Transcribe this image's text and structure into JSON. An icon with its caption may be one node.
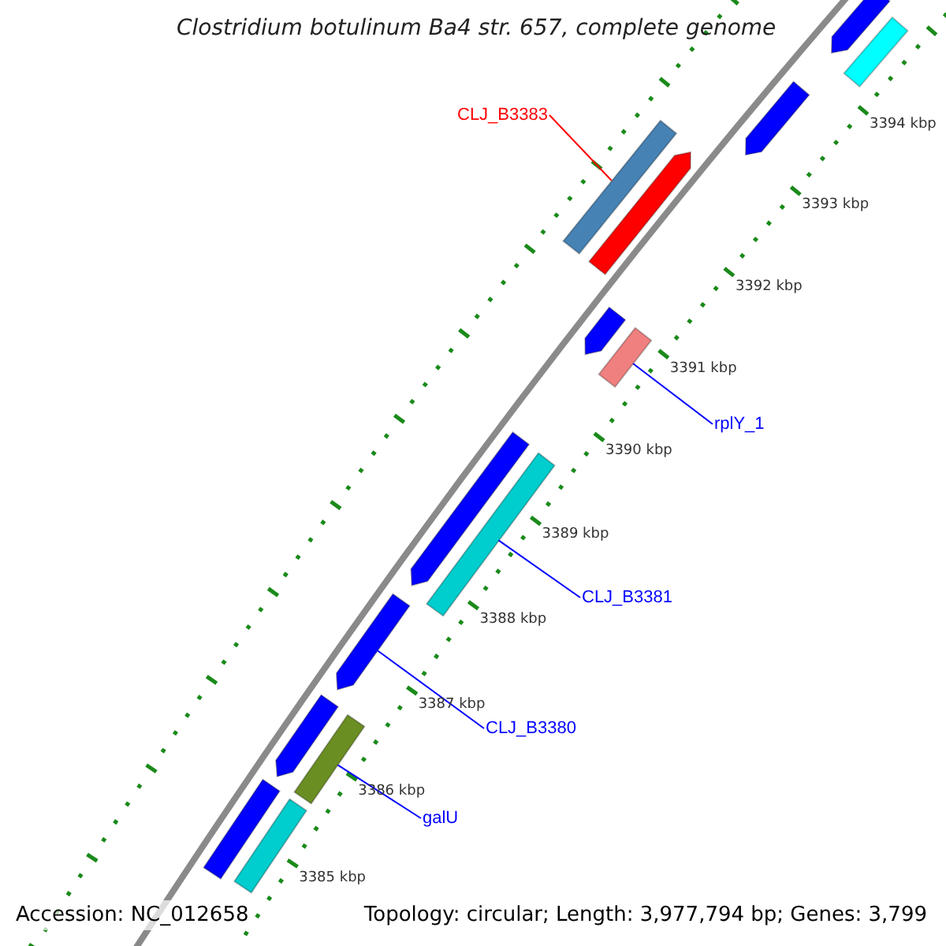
{
  "diagram": {
    "title": "Clostridium botulinum Ba4 str. 657, complete genome",
    "nodes": [
      {
        "text": [
          "CLJ_B3383"
        ]
      },
      {
        "text": [],
        "shape": "bar"
      },
      {
        "text": [
          "rplY_1"
        ]
      },
      {
        "text": [],
        "shape": "bar"
      },
      {
        "text": [
          "CLJ_B3381"
        ]
      },
      {
        "text": [],
        "shape": "bar"
      },
      {
        "text": [
          "CLJ_B3380"
        ]
      },
      {
        "text": [],
        "shape": "bar"
      },
      {
        "text": [
          "galU"
        ]
      },
      {
        "text": [],
        "shape": "bar"
      },
      {
        "text": [],
        "shape": "bar"
      },
      {
        "text": [],
        "shape": "bar"
      },
      {
        "text": [],
        "shape": "bar"
      },
      {
        "text": [],
        "shape": "bar"
      },
      {
        "text": [],
        "shape": "bar"
      },
      {
        "text": [],
        "shape": "bar"
      },
      {
        "text": [],
        "shape": "bar"
      },
      {
        "text": [],
        "shape": "bar"
      },
      {
        "text": [],
        "shape": "bar"
      }
    ],
    "edges": [
      {
        "from": 0,
        "to": 1,
        "arrow": "none",
        "color": "#ff0000"
      },
      {
        "from": 2,
        "to": 3,
        "arrow": "none"
      },
      {
        "from": 4,
        "to": 5,
        "arrow": "none"
      },
      {
        "from": 6,
        "to": 7,
        "arrow": "none"
      },
      {
        "from": 8,
        "to": 9,
        "arrow": "none"
      }
    ],
    "labels": [
      "3394 kbp",
      "3393 kbp",
      "3392 kbp",
      "3391 kbp",
      "3390 kbp",
      "3389 kbp",
      "3388 kbp",
      "3387 kbp",
      "3386 kbp",
      "3385 kbp",
      "Accession: NC_012658",
      "Topology: circular; Length: 3,977,794 bp; Genes: 3,799"
    ]
  }
}
